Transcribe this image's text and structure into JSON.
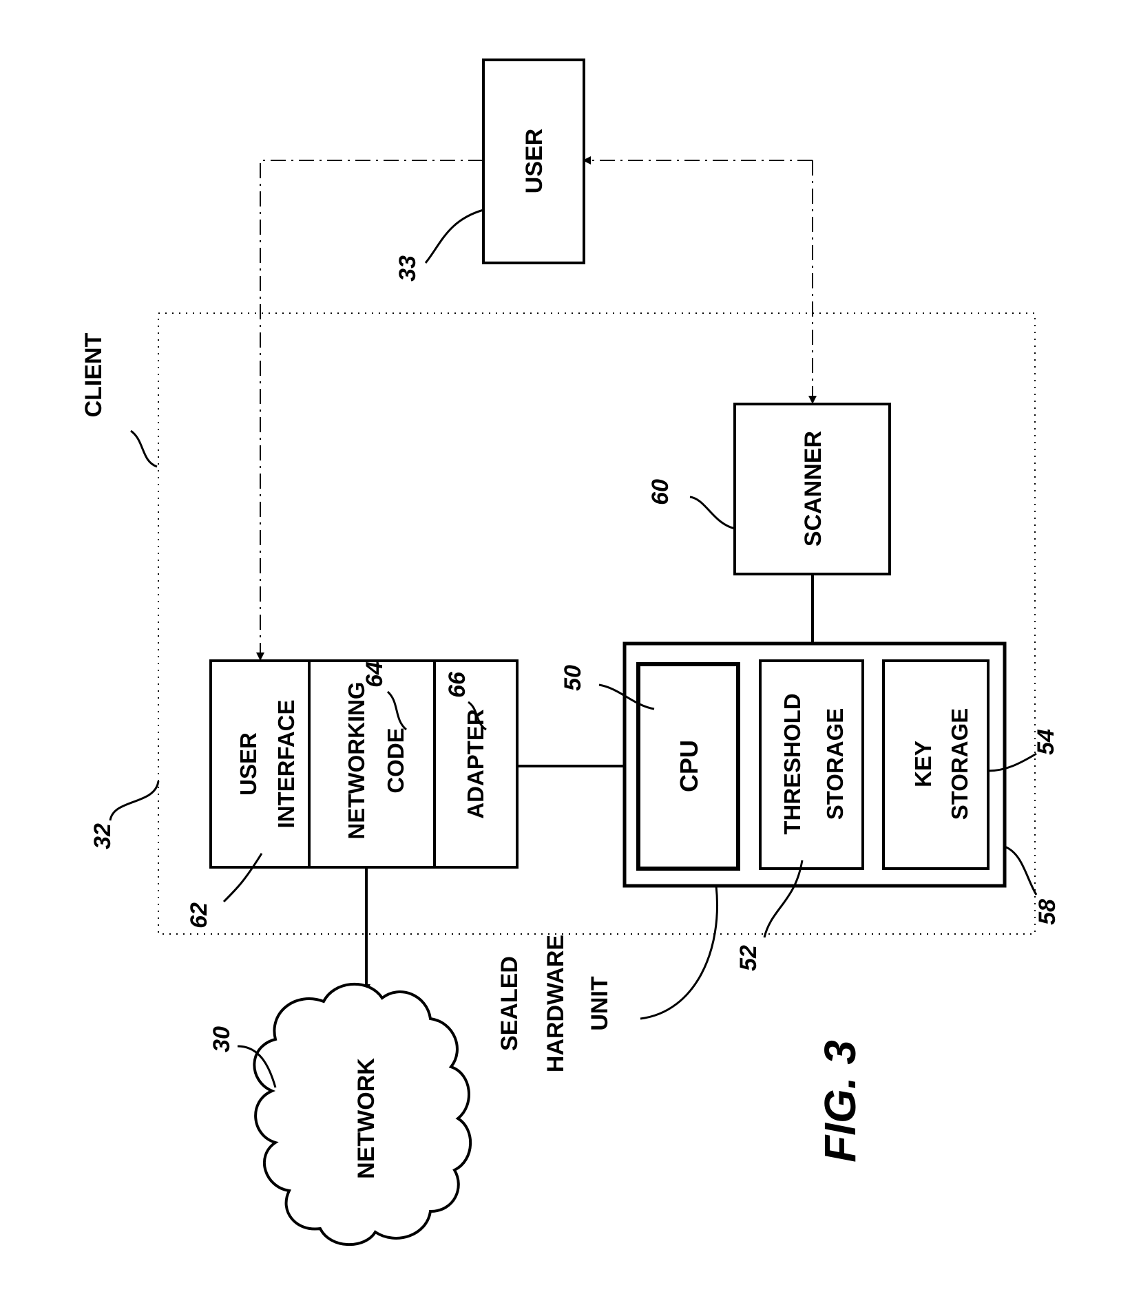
{
  "figure": {
    "caption": "FIG. 3",
    "colors": {
      "ink": "#000000",
      "paper": "#ffffff"
    }
  },
  "blocks": {
    "user": {
      "label": "USER",
      "ref": "33"
    },
    "scanner": {
      "label": "SCANNER",
      "ref": "60"
    },
    "user_interface": {
      "line1": "USER",
      "line2": "INTERFACE",
      "ref": "62"
    },
    "networking_code": {
      "line1": "NETWORKING",
      "line2": "CODE",
      "ref": "64"
    },
    "adapter": {
      "label": "ADAPTER",
      "ref": "66"
    },
    "cpu": {
      "label": "CPU",
      "ref": "50"
    },
    "threshold_storage": {
      "line1": "THRESHOLD",
      "line2": "STORAGE",
      "ref": "52"
    },
    "key_storage": {
      "line1": "KEY",
      "line2": "STORAGE",
      "ref": "54"
    },
    "sealed_hardware_unit": {
      "line1": "SEALED",
      "line2": "HARDWARE",
      "line3": "UNIT",
      "ref": "58"
    },
    "client": {
      "label": "CLIENT",
      "ref": "32"
    },
    "network": {
      "label": "NETWORK",
      "ref": "30"
    }
  }
}
